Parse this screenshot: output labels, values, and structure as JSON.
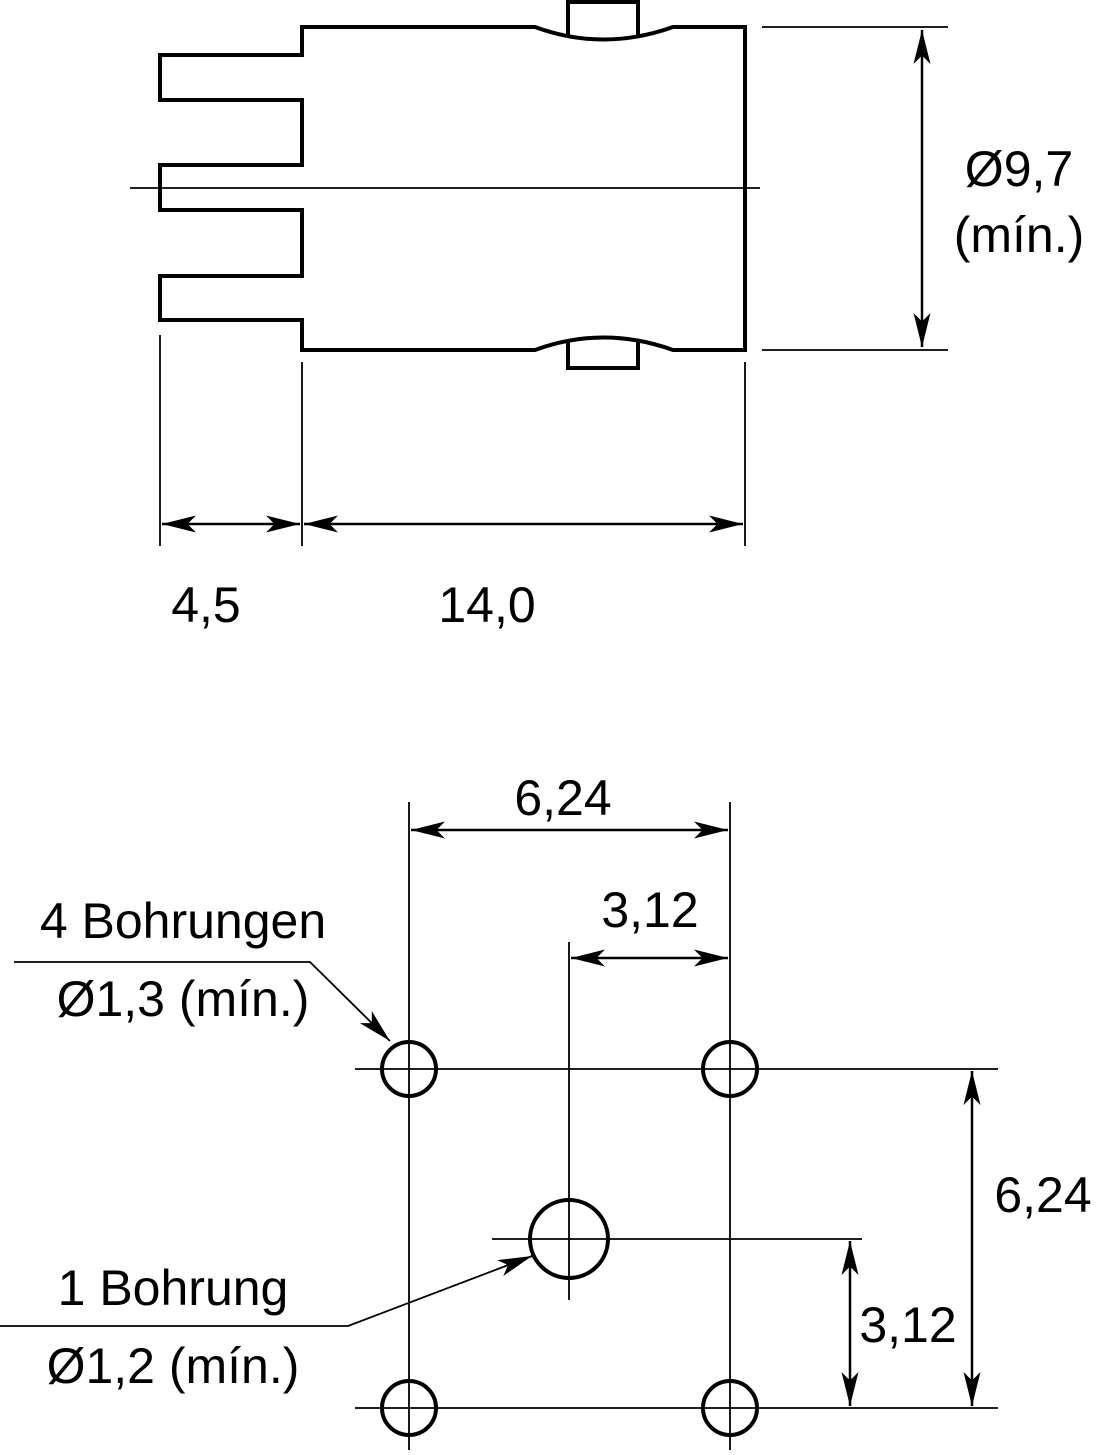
{
  "side_view": {
    "diameter_label": "Ø9,7",
    "diameter_note": "(mín.)",
    "pin_length_label": "4,5",
    "body_length_label": "14,0"
  },
  "footprint": {
    "width_outer_label": "6,24",
    "width_inner_label": "3,12",
    "height_outer_label": "6,24",
    "height_inner_label": "3,12",
    "holes_group_a": {
      "title": "4 Bohrungen",
      "spec": "Ø1,3 (mín.)"
    },
    "holes_group_b": {
      "title": "1 Bohrung",
      "spec": "Ø1,2 (mín.)"
    }
  },
  "colors": {
    "ink": "#000000",
    "background": "#ffffff"
  }
}
